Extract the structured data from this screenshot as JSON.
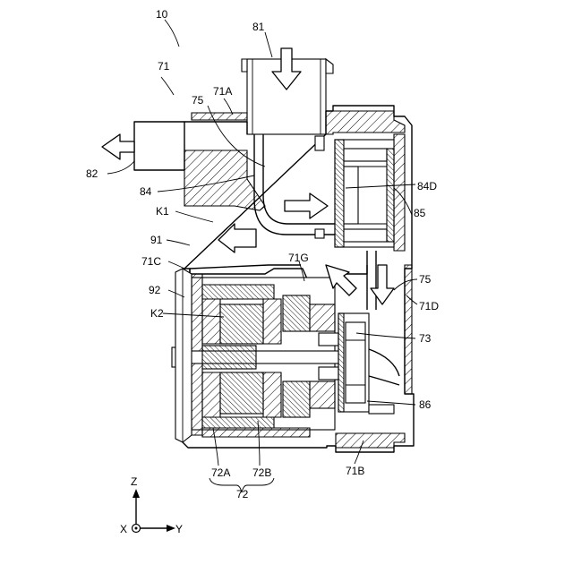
{
  "figure": {
    "labels": {
      "l10": "10",
      "l71": "71",
      "l81": "81",
      "l71A": "71A",
      "l75a": "75",
      "l82": "82",
      "l84": "84",
      "l84D": "84D",
      "lK1": "K1",
      "l85": "85",
      "l91": "91",
      "l71G": "71G",
      "l71C": "71C",
      "l75b": "75",
      "l92": "92",
      "l71D": "71D",
      "lK2": "K2",
      "l73": "73",
      "l86": "86",
      "l72A": "72A",
      "l72B": "72B",
      "l71B": "71B",
      "l72": "72"
    },
    "axes": {
      "z": "Z",
      "y": "Y",
      "x": "X"
    }
  }
}
